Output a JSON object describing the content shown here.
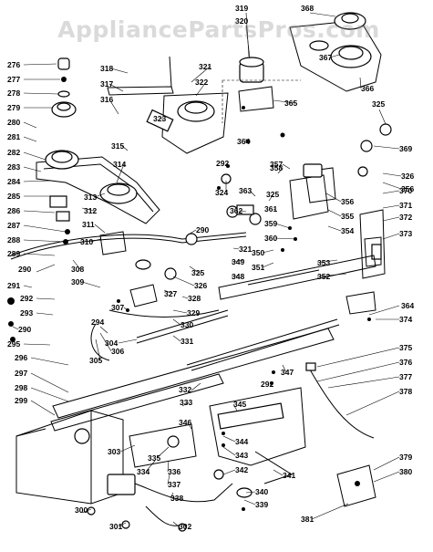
{
  "watermark": "AppliancePartsPros.com",
  "part_numbers": [
    "276",
    "277",
    "278",
    "279",
    "280",
    "281",
    "282",
    "283",
    "284",
    "285",
    "286",
    "287",
    "288",
    "289",
    "290",
    "290",
    "290",
    "291",
    "292",
    "292",
    "292",
    "293",
    "294",
    "295",
    "296",
    "297",
    "298",
    "299",
    "300",
    "301",
    "302",
    "303",
    "304",
    "305",
    "306",
    "307",
    "308",
    "309",
    "310",
    "311",
    "312",
    "313",
    "314",
    "315",
    "316",
    "317",
    "318",
    "319",
    "320",
    "321",
    "321",
    "322",
    "323",
    "324",
    "325",
    "325",
    "325",
    "326",
    "326",
    "327",
    "328",
    "329",
    "330",
    "331",
    "332",
    "333",
    "334",
    "335",
    "336",
    "337",
    "338",
    "339",
    "340",
    "341",
    "342",
    "343",
    "344",
    "345",
    "346",
    "347",
    "348",
    "349",
    "350",
    "351",
    "352",
    "353",
    "354",
    "355",
    "356",
    "356",
    "357",
    "358",
    "359",
    "360",
    "361",
    "362",
    "363",
    "364",
    "364",
    "365",
    "366",
    "367",
    "368",
    "369",
    "370",
    "371",
    "372",
    "373",
    "374",
    "375",
    "376",
    "377",
    "378",
    "379",
    "380",
    "381"
  ],
  "colors": {
    "ink": "#000000",
    "background": "#ffffff",
    "watermark": "#969696"
  }
}
